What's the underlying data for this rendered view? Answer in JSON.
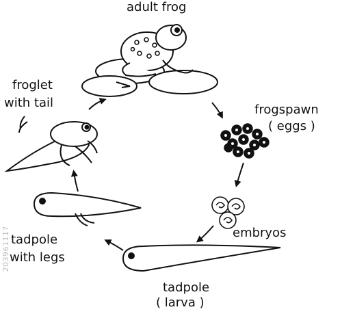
{
  "labels": {
    "adult": "adult frog",
    "frogspawn": "frogspawn",
    "eggs": "( eggs )",
    "embryos": "embryos",
    "tadpole": "tadpole",
    "larva": "( larva )",
    "tadpole_legs_1": "tadpole",
    "tadpole_legs_2": "with legs",
    "froglet_1": "froglet",
    "froglet_2": "with tail"
  },
  "watermark": "203961117",
  "colors": {
    "ink": "#111111",
    "paper": "#ffffff",
    "egg_fill": "#111111",
    "egg_center": "#ffffff",
    "watermark": "#bbbbbb"
  }
}
